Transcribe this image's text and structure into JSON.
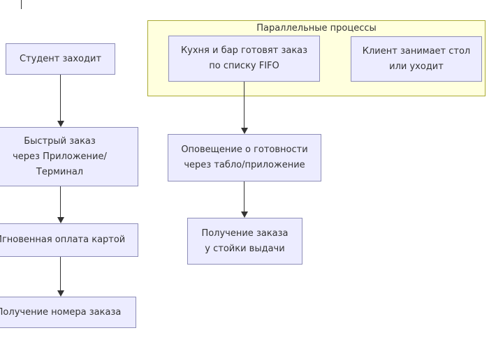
{
  "diagram": {
    "cluster": {
      "title": "Параллельные процессы",
      "fill": "#ffffde",
      "border_color": "#aaaa33"
    },
    "nodes": {
      "student": {
        "lines": [
          "Студент заходит"
        ]
      },
      "fast_order": {
        "lines": [
          "Быстрый заказ",
          "через Приложение/",
          "Терминал"
        ]
      },
      "instant_payment": {
        "lines": [
          "Мгновенная оплата картой"
        ]
      },
      "order_number": {
        "lines": [
          "Получение номера заказа"
        ]
      },
      "kitchen_fifo": {
        "lines": [
          "Кухня и бар готовят заказ",
          "по списку FIFO"
        ]
      },
      "client_table": {
        "lines": [
          "Клиент занимает стол",
          "или уходит"
        ]
      },
      "ready_notification": {
        "lines": [
          "Оповещение о готовности",
          "через табло/приложение"
        ]
      },
      "order_pickup": {
        "lines": [
          "Получение заказа",
          "у стойки выдачи"
        ]
      }
    },
    "colors": {
      "node_fill": "#ECECFF",
      "node_border": "#8e8eb8",
      "arrow": "#333333",
      "text": "#333333",
      "background": "#ffffff"
    }
  }
}
